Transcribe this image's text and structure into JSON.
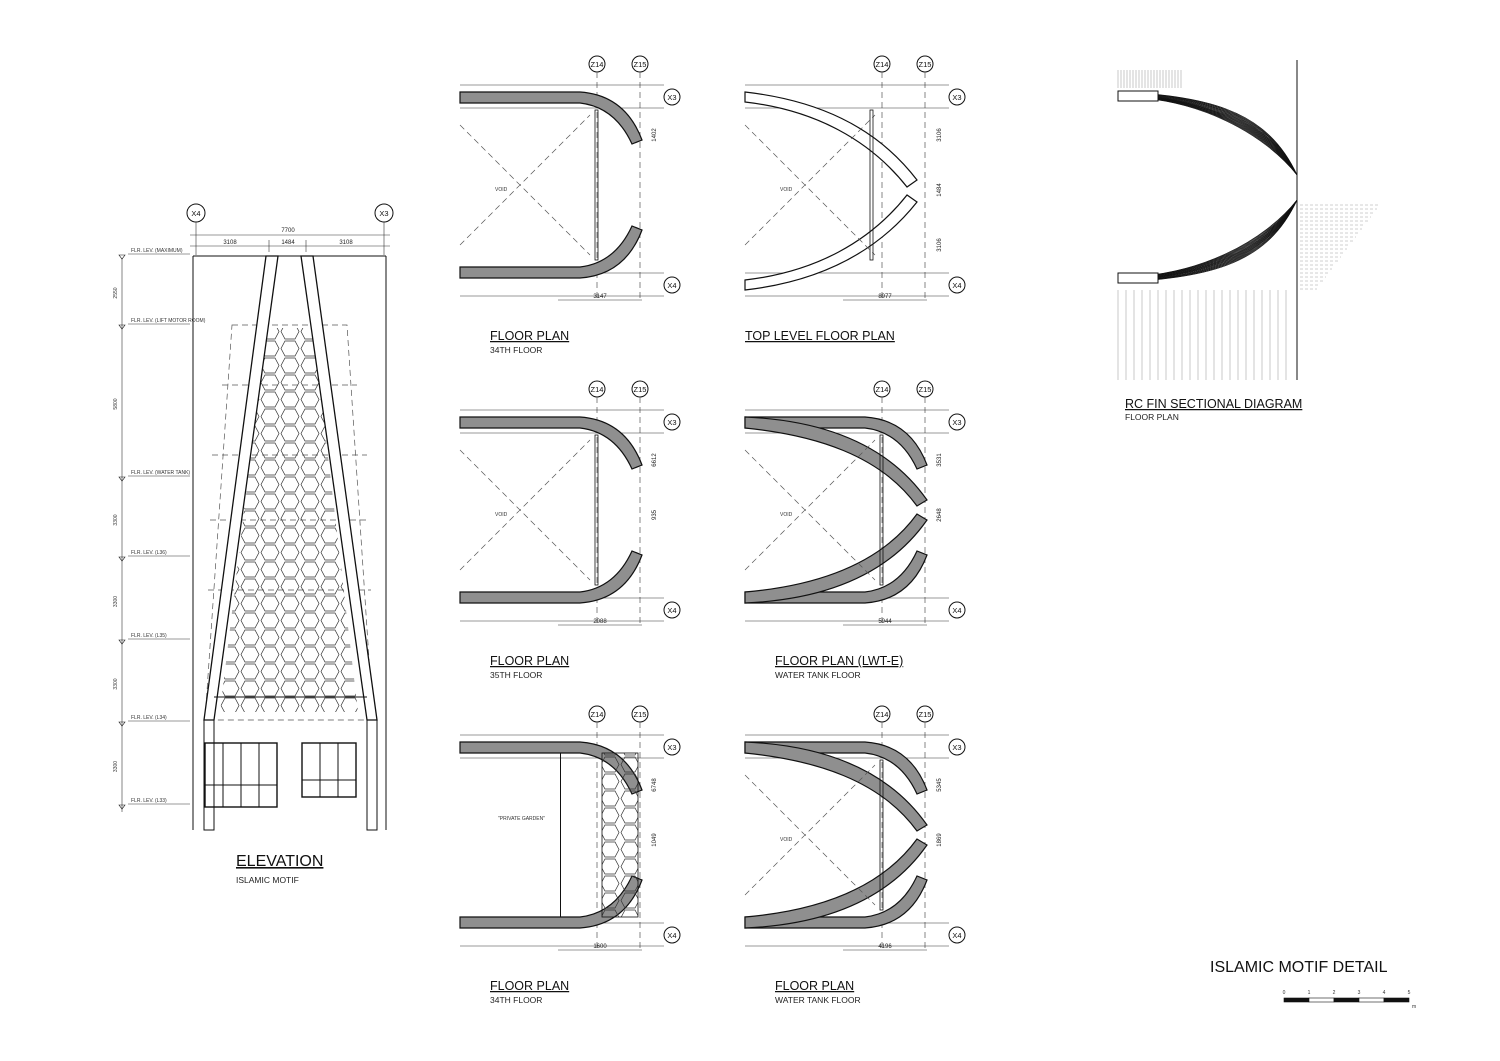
{
  "sheet_title": "ISLAMIC MOTIF DETAIL",
  "elevation": {
    "title": "ELEVATION",
    "subtitle": "ISLAMIC MOTIF",
    "grids": [
      "X4",
      "X3"
    ],
    "overall_dim": "7700",
    "dims": [
      "3108",
      "1484",
      "3108"
    ],
    "levels": [
      "FLR. LEV. (MAXIMUM)",
      "FLR. LEV. (LIFT MOTOR ROOM)",
      "FLR. LEV. (WATER TANK)",
      "FLR. LEV. (L36)",
      "FLR. LEV. (L35)",
      "FLR. LEV. (L34)",
      "FLR. LEV. (L33)"
    ],
    "level_dims": [
      "2550",
      "5800",
      "3300",
      "3300",
      "3300",
      "3300"
    ]
  },
  "plans": [
    {
      "title": "FLOOR PLAN",
      "subtitle": "34TH FLOOR",
      "void": "VOID",
      "dims": [
        "3147",
        "1402"
      ]
    },
    {
      "title": "TOP LEVEL FLOOR PLAN",
      "subtitle": "",
      "void": "VOID",
      "dims": [
        "8977",
        "3106",
        "1484",
        "3106"
      ]
    },
    {
      "title": "FLOOR PLAN",
      "subtitle": "35TH FLOOR",
      "void": "VOID",
      "dims": [
        "2088",
        "6612",
        "935"
      ]
    },
    {
      "title": "FLOOR PLAN (LWT-E)",
      "subtitle": "WATER TANK FLOOR",
      "void": "VOID",
      "dims": [
        "5944",
        "3531",
        "2648"
      ]
    },
    {
      "title": "FLOOR PLAN",
      "subtitle": "34TH FLOOR",
      "void": "\"PRIVATE GARDEN\"",
      "dims": [
        "1600",
        "6748",
        "1049"
      ]
    },
    {
      "title": "FLOOR PLAN",
      "subtitle": "WATER TANK FLOOR",
      "void": "VOID",
      "dims": [
        "4196",
        "5345",
        "1869"
      ]
    }
  ],
  "plan_grids": {
    "top": [
      "Z14",
      "Z15"
    ],
    "right": [
      "X3",
      "X4"
    ]
  },
  "rc_fin": {
    "title": "RC FIN SECTIONAL DIAGRAM",
    "subtitle": "FLOOR PLAN"
  },
  "scale_bar": {
    "ticks": [
      "0",
      "1",
      "2",
      "3",
      "4",
      "5"
    ],
    "unit": "m"
  }
}
